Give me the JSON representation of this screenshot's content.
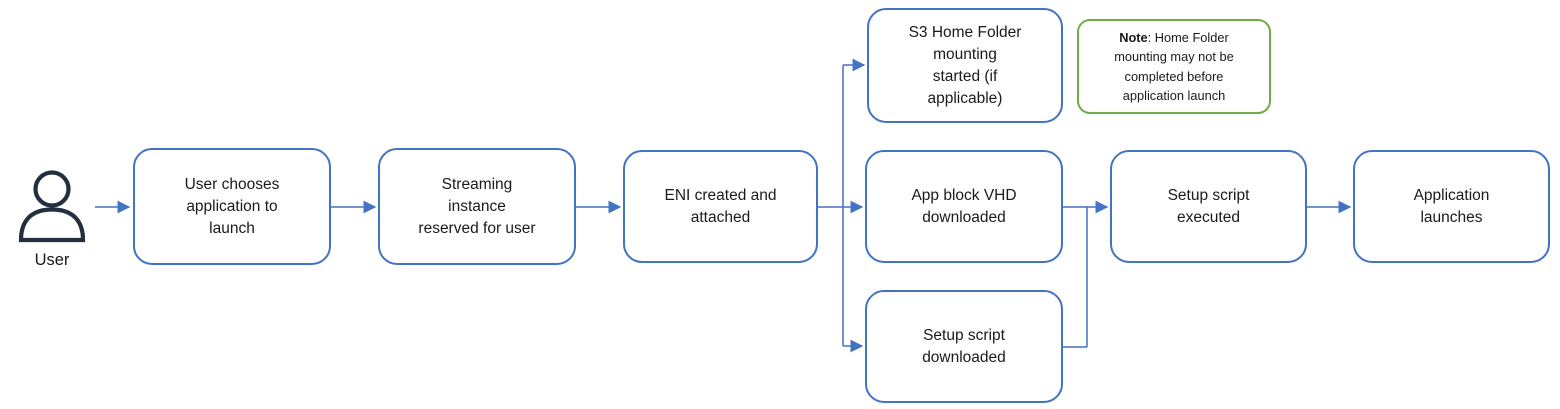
{
  "diagram": {
    "actor": {
      "label": "User",
      "icon": "person-icon"
    },
    "nodes": {
      "choose": {
        "label": "User chooses\napplication to\nlaunch"
      },
      "streaming": {
        "label": "Streaming\ninstance\nreserved for user"
      },
      "eni": {
        "label": "ENI created and\nattached"
      },
      "s3": {
        "label": "S3 Home Folder\nmounting\nstarted (if\napplicable)"
      },
      "vhd": {
        "label": "App block VHD\ndownloaded"
      },
      "setup_downloaded": {
        "label": "Setup script\ndownloaded"
      },
      "setup_executed": {
        "label": "Setup script\nexecuted"
      },
      "launch": {
        "label": "Application\nlaunches"
      }
    },
    "note": {
      "bold": "Note",
      "rest": ": Home Folder\nmounting may not be\ncompleted before\napplication launch"
    },
    "colors": {
      "node_border": "#4472C4",
      "connector": "#4472C4",
      "note_border": "#70AD47",
      "actor_icon": "#232F3E",
      "text": "#1A1A1A",
      "background": "#FFFFFF"
    }
  }
}
